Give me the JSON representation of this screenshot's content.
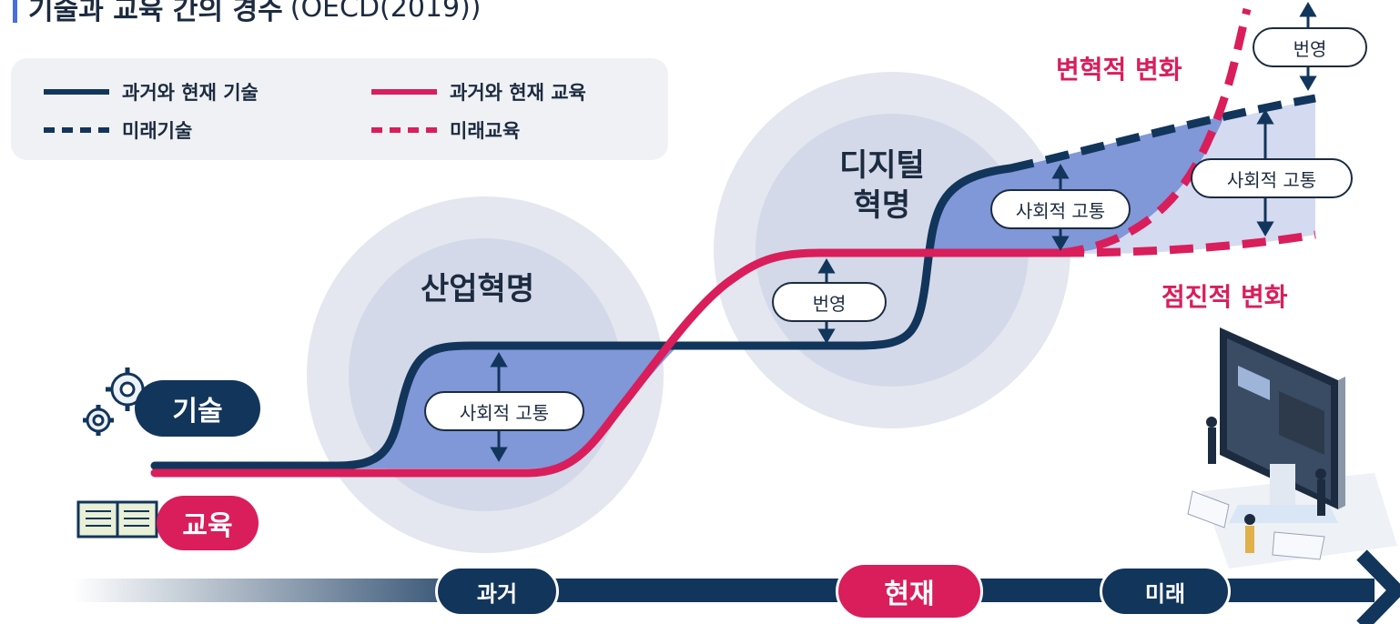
{
  "title": {
    "main": "기술과 교육 간의 경주",
    "source": "(OECD(2019))"
  },
  "legend": {
    "past_present_tech": "과거와 현재 기술",
    "future_tech": "미래기술",
    "past_present_edu": "과거와 현재 교육",
    "future_edu": "미래교육"
  },
  "categories": {
    "technology": "기술",
    "education": "교육"
  },
  "revolutions": {
    "industrial": "산업혁명",
    "digital_line1": "디지털",
    "digital_line2": "혁명"
  },
  "changes": {
    "transformative": "변혁적 변화",
    "gradual": "점진적 변화"
  },
  "annotations": {
    "social_pain": "사회적 고통",
    "prosperity": "번영"
  },
  "timeline": {
    "past": "과거",
    "present": "현재",
    "future": "미래"
  },
  "colors": {
    "navy": "#12355b",
    "crimson": "#d91e5b",
    "fill_blue": "#8097d8",
    "circle": "#dfe3ee",
    "circle_inner": "#cdd4e6"
  },
  "icons": {
    "gear": "gear-icon",
    "book": "book-icon",
    "monitor": "monitor-people-illustration"
  }
}
